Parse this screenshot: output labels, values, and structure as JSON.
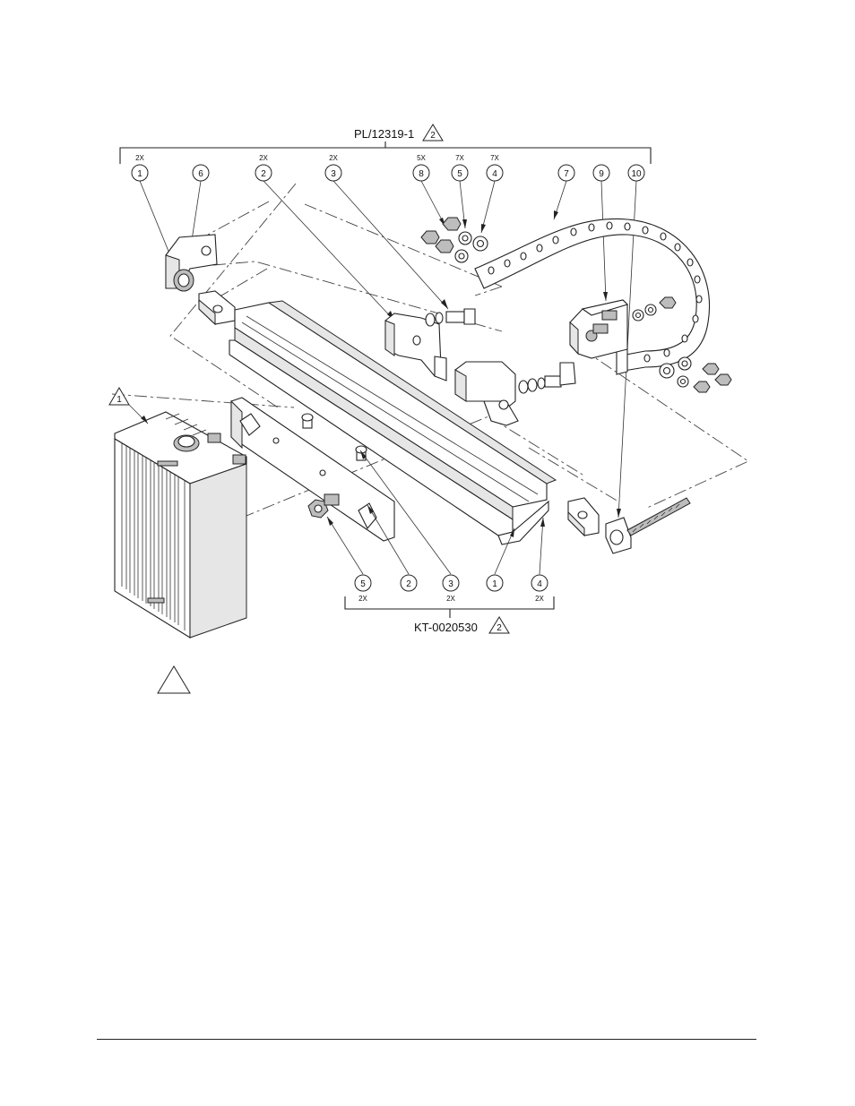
{
  "top_kit": {
    "label": "PL/12319-1",
    "note_ref": "2"
  },
  "bottom_kit": {
    "label": "KT-0020530",
    "note_ref": "2"
  },
  "unit_note_ref": "1",
  "top_callouts": [
    {
      "num": "1",
      "qty": "2X"
    },
    {
      "num": "6",
      "qty": ""
    },
    {
      "num": "2",
      "qty": "2X"
    },
    {
      "num": "3",
      "qty": "2X"
    },
    {
      "num": "8",
      "qty": "5X"
    },
    {
      "num": "5",
      "qty": "7X"
    },
    {
      "num": "4",
      "qty": "7X"
    },
    {
      "num": "7",
      "qty": ""
    },
    {
      "num": "9",
      "qty": ""
    },
    {
      "num": "10",
      "qty": ""
    }
  ],
  "bottom_callouts": [
    {
      "num": "5",
      "qty": "2X"
    },
    {
      "num": "2",
      "qty": ""
    },
    {
      "num": "3",
      "qty": "2X"
    },
    {
      "num": "1",
      "qty": ""
    },
    {
      "num": "4",
      "qty": "2X"
    }
  ],
  "notes_marker": ""
}
